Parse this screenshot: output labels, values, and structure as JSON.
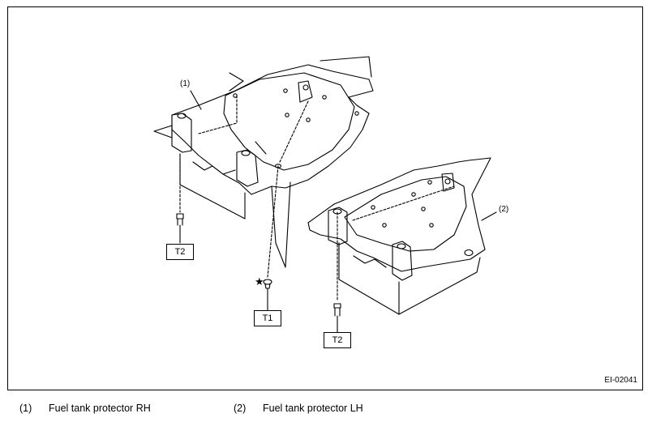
{
  "callouts": {
    "rh": "(1)",
    "lh": "(2)"
  },
  "torque_tags": {
    "t2_left": "T2",
    "t1": "T1",
    "t2_right": "T2"
  },
  "marker": {
    "star": "★"
  },
  "figure_id": "EI-02041",
  "legend": [
    {
      "num": "(1)",
      "text": "Fuel tank protector RH"
    },
    {
      "num": "(2)",
      "text": "Fuel tank protector LH"
    }
  ]
}
